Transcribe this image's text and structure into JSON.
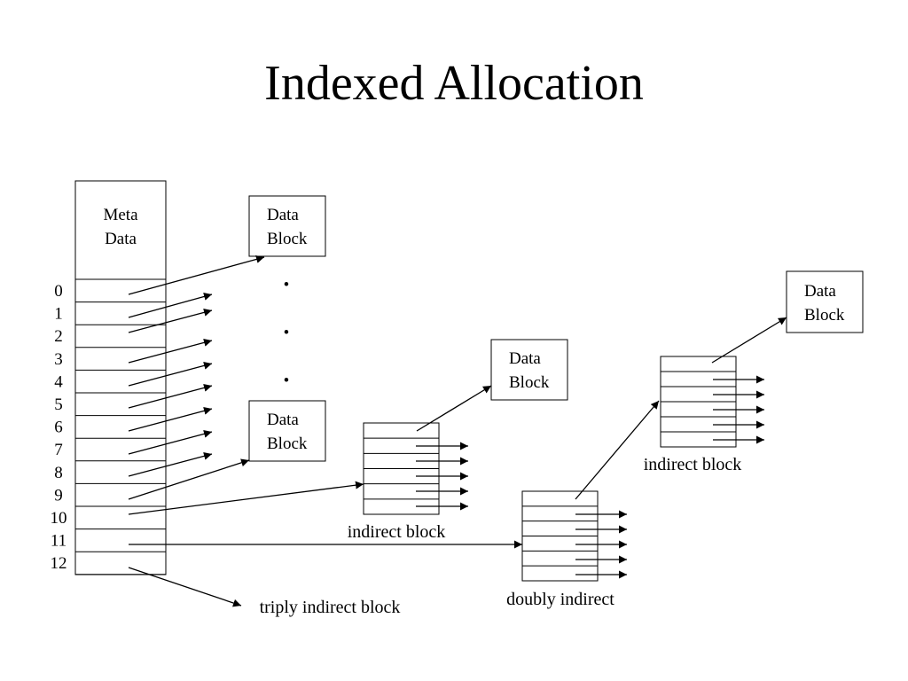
{
  "title": "Indexed Allocation",
  "inode": {
    "meta_line1": "Meta",
    "meta_line2": "Data",
    "indices": [
      "0",
      "1",
      "2",
      "3",
      "4",
      "5",
      "6",
      "7",
      "8",
      "9",
      "10",
      "11",
      "12"
    ]
  },
  "data_block": {
    "line1": "Data",
    "line2": "Block"
  },
  "ellipsis_dot": "•",
  "labels": {
    "indirect_block": "indirect block",
    "doubly_indirect": "doubly indirect",
    "triply_indirect_block": "triply indirect block"
  },
  "colors": {
    "ink": "#000000",
    "background": "#ffffff"
  }
}
